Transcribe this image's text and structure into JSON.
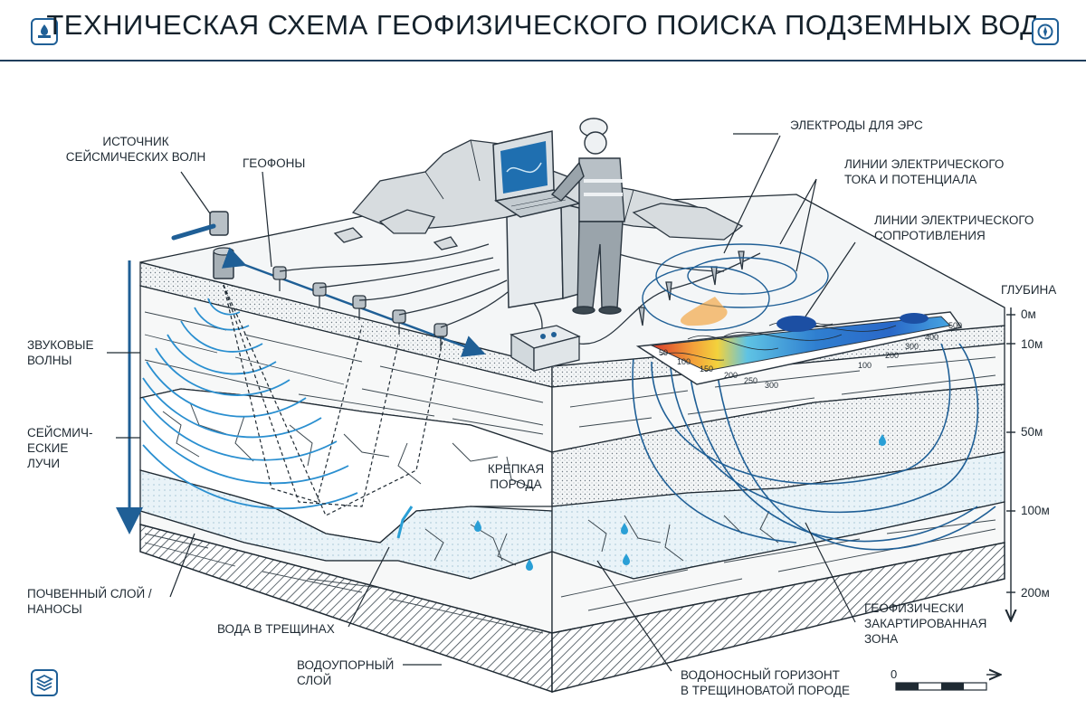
{
  "header": {
    "title": "ТЕХНИЧЕСКАЯ СХЕМА ГЕОФИЗИЧЕСКОГО ПОИСКА ПОДЗЕМНЫХ ВОД"
  },
  "icons": {
    "top_left": "water-well-icon",
    "top_right": "compass-icon",
    "bottom_left": "layers-icon"
  },
  "labels": {
    "seismic_source": "ИСТОЧНИК\nСЕЙСМИЧЕСКИХ ВОЛН",
    "geophones": "ГЕОФОНЫ",
    "ers_electrodes": "ЭЛЕКТРОДЫ ДЛЯ ЭРС",
    "current_lines": "ЛИНИИ ЭЛЕКТРИЧЕСКОГО\nТОКА И ПОТЕНЦИАЛА",
    "resistivity_lines": "ЛИНИИ ЭЛЕКТРИЧЕСКОГО\nСОПРОТИВЛЕНИЯ",
    "sound_waves": "ЗВУКОВЫЕ\nВОЛНЫ",
    "seismic_rays": "СЕЙСМИЧ-\nЕСКИЕ\nЛУЧИ",
    "hard_rock": "КРЕПКАЯ\nПОРОДА",
    "soil_layer": "ПОЧВЕННЫЙ СЛОЙ /\nНАНОСЫ",
    "water_in_cracks": "ВОДА В ТРЕЩИНАХ",
    "aquiclude": "ВОДОУПОРНЫЙ\nСЛОЙ",
    "aquifer": "ВОДОНОСНЫЙ ГОРИЗОНТ\nВ ТРЕЩИНОВАТОЙ ПОРОДЕ",
    "mapped_zone": "ГЕОФИЗИЧЕСКИ\nЗАКАРТИРОВАННАЯ\nЗОНА"
  },
  "depth_axis": {
    "title": "ГЛУБИНА",
    "ticks": [
      "0м",
      "10м",
      "50м",
      "100м",
      "200м"
    ]
  },
  "resistivity_map": {
    "x_ticks": [
      "50",
      "100",
      "150",
      "200",
      "250",
      "300"
    ],
    "y_ticks": [
      "500",
      "400",
      "300",
      "200",
      "100"
    ]
  },
  "scale_bar": {
    "zero_label": "0"
  },
  "colors": {
    "primary_blue": "#1f5f96",
    "ink": "#1f2a33",
    "water_blue": "#2a9fd6",
    "heat_red": "#d8392b",
    "heat_yellow": "#f3d23c"
  }
}
